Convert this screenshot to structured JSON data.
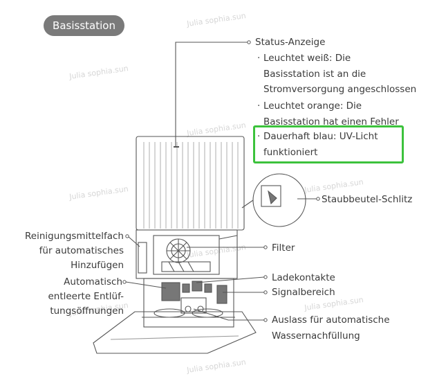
{
  "title": "Basisstation",
  "status": {
    "heading": "Status-Anzeige",
    "items": [
      {
        "line1": "Leuchtet weiß: Die",
        "line2": "Basisstation ist an die",
        "line3": "Stromversorgung angeschlossen"
      },
      {
        "line1": "Leuchtet orange: Die",
        "line2": "Basisstation hat einen Fehler"
      },
      {
        "line1": "Dauerhaft blau: UV-Licht",
        "line2": "funktioniert"
      }
    ]
  },
  "right_labels": {
    "dust_bag_slot": "Staubbeutel-Schlitz",
    "filter": "Filter",
    "charging_contacts": "Ladekontakte",
    "signal_area": "Signalbereich",
    "water_outlet_line1": "Auslass für automatische",
    "water_outlet_line2": "Wassernachfüllung"
  },
  "left_labels": {
    "detergent_line1": "Reinigungsmittelfach",
    "detergent_line2": "für automatisches",
    "detergent_line3": "Hinzufügen",
    "vents_line1": "Automatisch",
    "vents_line2": "entleerte Entlüf-",
    "vents_line3": "tungsöffnungen"
  },
  "watermark": "Julia sophia.sun",
  "colors": {
    "pill_bg": "#7a7a7a",
    "highlight_border": "#3cc23c",
    "line": "#555555"
  }
}
